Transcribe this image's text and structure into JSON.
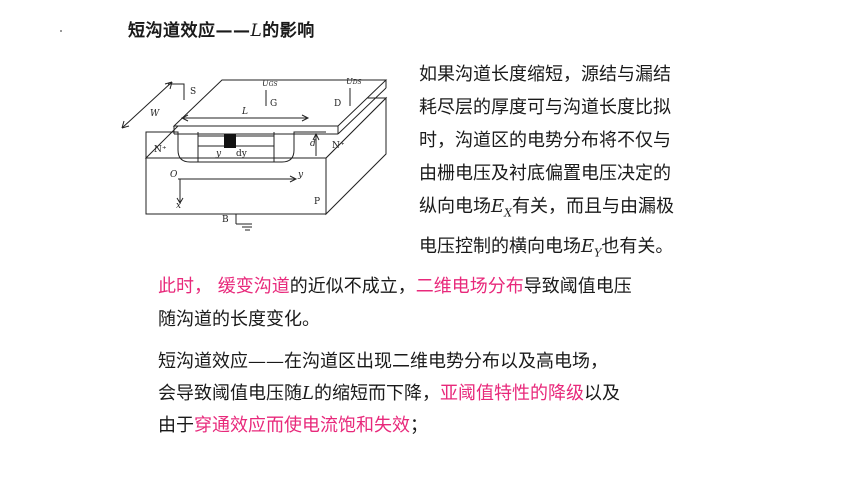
{
  "title": {
    "prefix": "短沟道效应——",
    "var": "L",
    "suffix": "的影响"
  },
  "diagram": {
    "labels": {
      "S": "S",
      "G": "G",
      "D": "D",
      "UGS": "U",
      "UGS_sub": "GS",
      "UDS": "U",
      "UDS_sub": "DS",
      "W": "W",
      "L": "L",
      "Nplus_left": "N⁺",
      "Nplus_right": "N⁺",
      "y_small": "y",
      "dy": "dy",
      "d": "d",
      "O": "O",
      "y_axis": "y",
      "x_axis": "x",
      "P": "P",
      "B": "B"
    }
  },
  "para1": {
    "line1": "如果沟道长度缩短，源结与漏结",
    "line2": "耗尽层的厚度可与沟道长度比拟",
    "line3": "时，沟道区的电势分布将不仅与",
    "line4": "由栅电压及衬底偏置电压决定的",
    "line5_a": "纵向电场",
    "line5_var": "E",
    "line5_sub": "X",
    "line5_b": "有关，而且与由漏极",
    "line6_a": "电压控制的横向电场",
    "line6_var": "E",
    "line6_sub": "Y",
    "line6_b": "也有关。"
  },
  "para2": {
    "a": "此时，",
    "b": "缓变沟道",
    "c": "的近似不成立，",
    "d": "二维电场分布",
    "e": "导致阈值电压",
    "line2": "随沟道的长度变化。"
  },
  "para3": {
    "line1": "短沟道效应——在沟道区出现二维电势分布以及高电场，",
    "line2_a": "会导致阈值电压随",
    "line2_var": "L",
    "line2_b": "的缩短而下降，",
    "line2_pink": "亚阈值特性的降级",
    "line2_c": "以及",
    "line3_a": "由于",
    "line3_pink": "穿通效应而使电流饱和失效",
    "line3_b": "；"
  },
  "colors": {
    "accent": "#e8297b",
    "text": "#1a1a1a"
  }
}
